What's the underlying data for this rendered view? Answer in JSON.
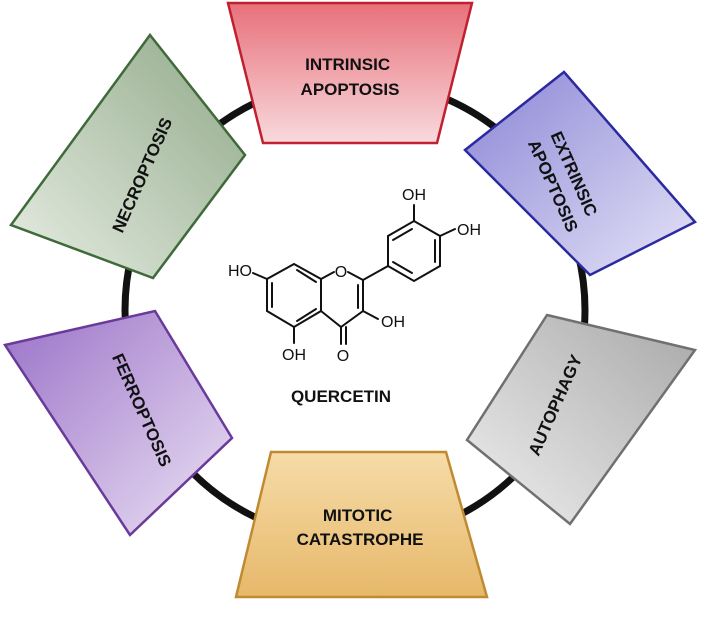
{
  "center": {
    "compound_name": "QUERCETIN",
    "substituents": {
      "oh_3p": "OH",
      "oh_4p": "OH",
      "oh_7": "HO",
      "oh_3": "OH",
      "oh_5": "OH",
      "o_ring": "O",
      "o_carbonyl": "O"
    }
  },
  "pathways": [
    {
      "id": "intrinsic-apoptosis",
      "lines": [
        "INTRINSIC",
        "APOPTOSIS"
      ],
      "fill_top": "#e8707a",
      "fill_bottom": "#f8dadd",
      "stroke": "#c0202f"
    },
    {
      "id": "extrinsic-apoptosis",
      "lines": [
        "EXTRINSIC",
        "APOPTOSIS"
      ],
      "fill_top": "#8a86d6",
      "fill_bottom": "#e6e4f7",
      "stroke": "#2c2aa0"
    },
    {
      "id": "autophagy",
      "lines": [
        "AUTOPHAGY"
      ],
      "fill_top": "#a8a8a8",
      "fill_bottom": "#efefef",
      "stroke": "#707070"
    },
    {
      "id": "mitotic-catastrophe",
      "lines": [
        "MITOTIC",
        "CATASTROPHE"
      ],
      "fill_top": "#f6dca8",
      "fill_bottom": "#e6b86a",
      "stroke": "#c08a30"
    },
    {
      "id": "ferroptosis",
      "lines": [
        "FERROPTOSIS"
      ],
      "fill_top": "#9a72c8",
      "fill_bottom": "#ece2f4",
      "stroke": "#6a3a9a"
    },
    {
      "id": "necroptosis",
      "lines": [
        "NECROPTOSIS"
      ],
      "fill_top": "#8fa888",
      "fill_bottom": "#e8eee4",
      "stroke": "#3f6a3a"
    }
  ]
}
